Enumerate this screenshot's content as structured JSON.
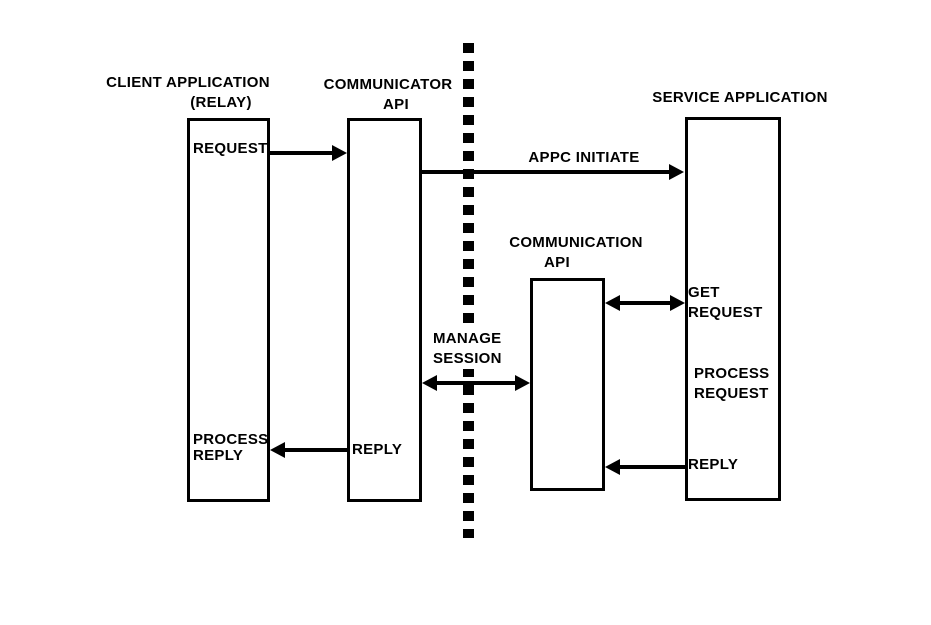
{
  "colors": {
    "ink": "#000000",
    "background": "#ffffff"
  },
  "nodes": {
    "client": {
      "title_line1": "CLIENT APPLICATION",
      "title_line2": "(RELAY)",
      "request_label": "REQUEST",
      "process_reply_line1": "PROCESS",
      "process_reply_line2": "REPLY"
    },
    "communicator": {
      "title_line1": "COMMUNICATOR",
      "title_line2": "API",
      "reply_label": "REPLY"
    },
    "communication_api": {
      "title_line1": "COMMUNICATION",
      "title_line2": "API"
    },
    "service": {
      "title": "SERVICE APPLICATION",
      "get_request_line1": "GET",
      "get_request_line2": "REQUEST",
      "process_request_line1": "PROCESS",
      "process_request_line2": "REQUEST",
      "reply_label": "REPLY"
    }
  },
  "arrows": {
    "appc_initiate_label": "APPC INITIATE",
    "manage_session_line1": "MANAGE",
    "manage_session_line2": "SESSION"
  }
}
